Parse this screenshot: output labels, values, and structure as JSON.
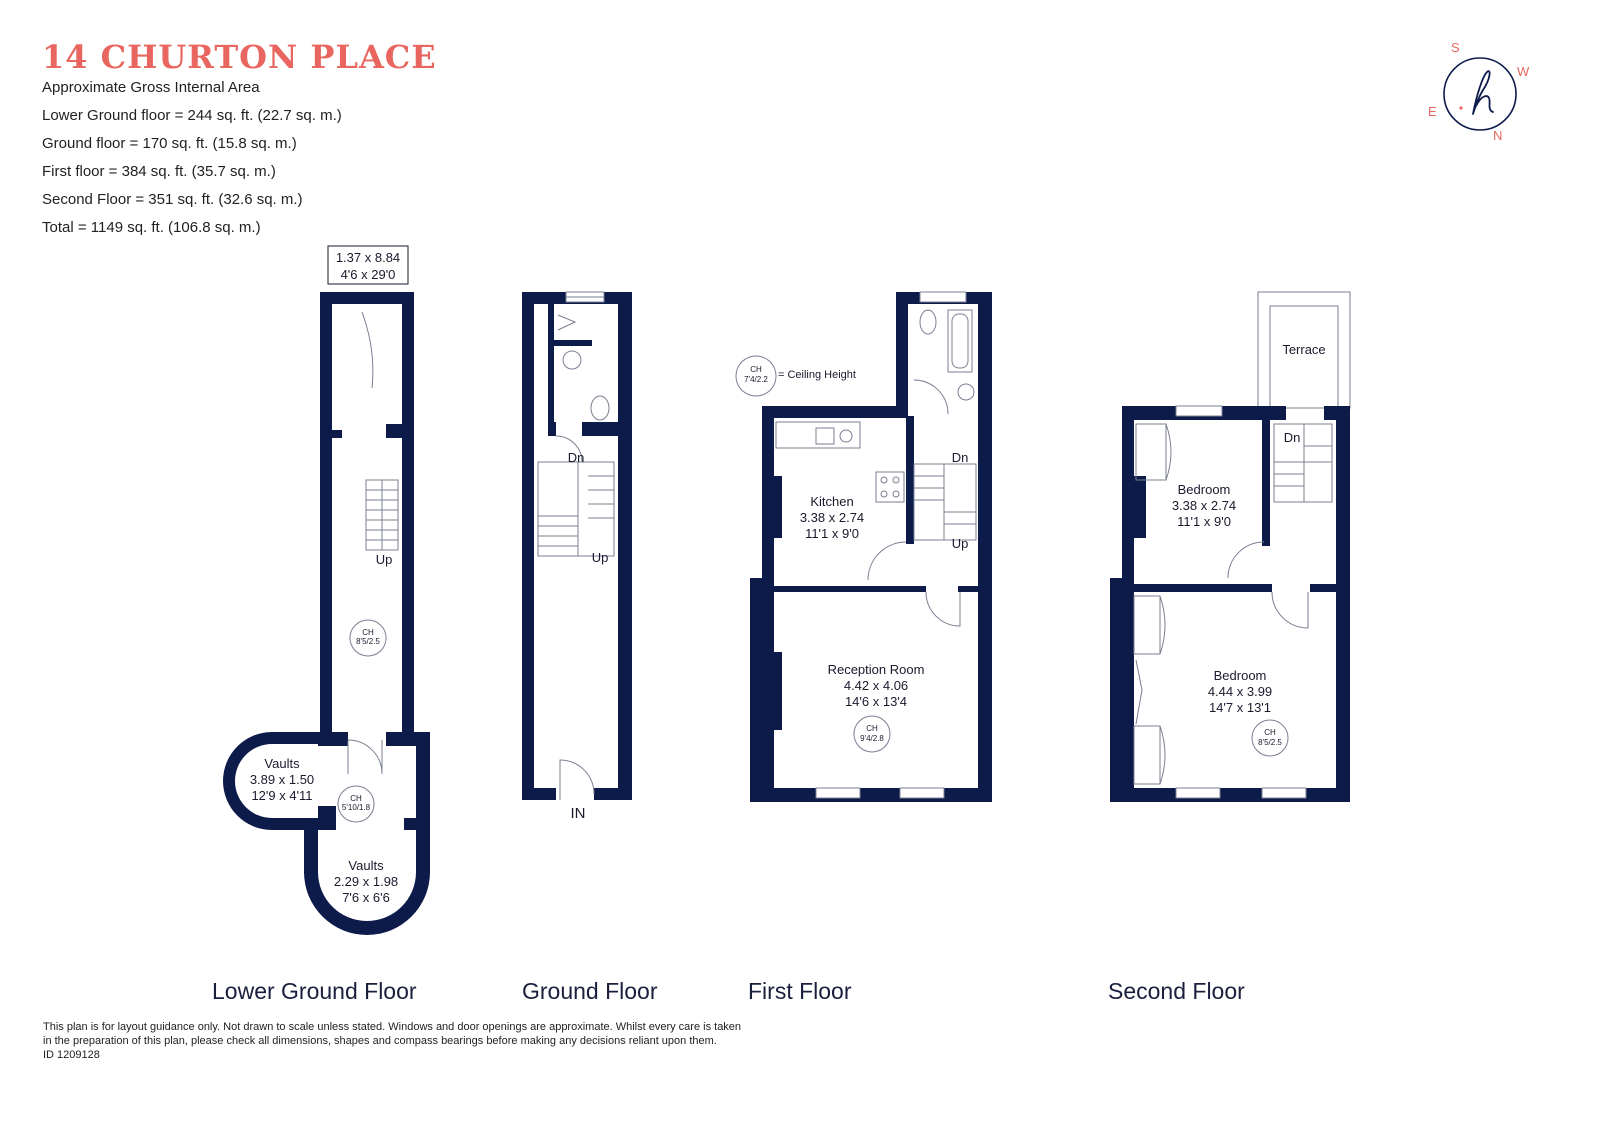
{
  "header": {
    "title": "14 CHURTON PLACE",
    "subtitle": "Approximate Gross Internal Area",
    "areas": [
      "Lower Ground floor = 244 sq. ft. (22.7 sq. m.)",
      "Ground floor = 170 sq. ft. (15.8 sq. m.)",
      "First floor  = 384 sq. ft. (35.7 sq. m.)",
      "Second Floor = 351 sq. ft. (32.6 sq. m.)",
      "Total =  1149 sq. ft. (106.8 sq. m.)"
    ]
  },
  "compass": {
    "s": "S",
    "w": "W",
    "e": "E",
    "n": "N",
    "logo": "h"
  },
  "colors": {
    "wall": "#0d1b4b",
    "accent": "#e8665f",
    "fixture": "#7a7f92"
  },
  "lower_ground": {
    "corridor_dims": [
      "1.37 x 8.84",
      "4'6 x 29'0"
    ],
    "stair_label": "Up",
    "ch": [
      "CH",
      "8'5/2.5"
    ],
    "vault1": [
      "Vaults",
      "3.89 x 1.50",
      "12'9 x 4'11"
    ],
    "vault1_ch": [
      "CH",
      "5'10/1.8"
    ],
    "vault2": [
      "Vaults",
      "2.29 x 1.98",
      "7'6 x 6'6"
    ]
  },
  "ground": {
    "dn": "Dn",
    "up": "Up",
    "entrance": "IN"
  },
  "first": {
    "ch_key": [
      "CH",
      "7'4/2.2"
    ],
    "ch_key_text": "= Ceiling Height",
    "kitchen": [
      "Kitchen",
      "3.38 x 2.74",
      "11'1 x 9'0"
    ],
    "dn": "Dn",
    "up": "Up",
    "reception": [
      "Reception Room",
      "4.42 x 4.06",
      "14'6 x 13'4"
    ],
    "reception_ch": [
      "CH",
      "9'4/2.8"
    ]
  },
  "second": {
    "terrace": "Terrace",
    "dn": "Dn",
    "bedroom1": [
      "Bedroom",
      "3.38 x 2.74",
      "11'1 x 9'0"
    ],
    "bedroom2": [
      "Bedroom",
      "4.44 x 3.99",
      "14'7 x 13'1"
    ],
    "bedroom2_ch": [
      "CH",
      "8'5/2.5"
    ]
  },
  "floor_labels": [
    "Lower Ground Floor",
    "Ground Floor",
    "First Floor",
    "Second Floor"
  ],
  "disclaimer": [
    "This plan is for layout guidance only. Not drawn to scale unless stated. Windows and door openings are approximate. Whilst every care is taken",
    "in the preparation of this plan, please check all dimensions, shapes and compass bearings before making any decisions reliant upon them.",
    "ID 1209128"
  ]
}
